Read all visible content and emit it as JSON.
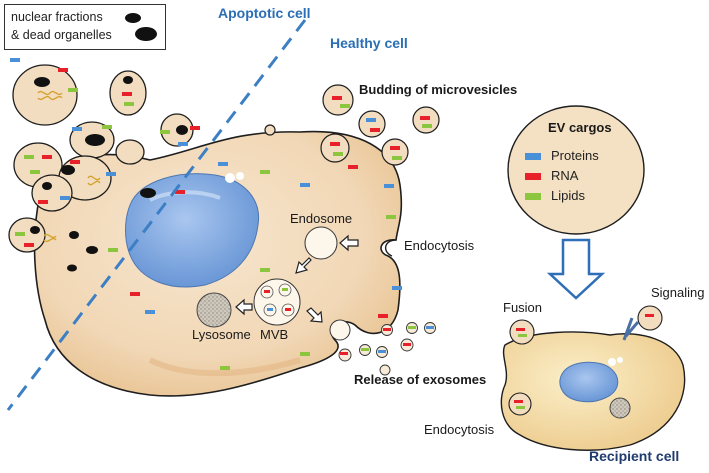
{
  "legend": {
    "line1": "nuclear fractions",
    "line2": "& dead organelles"
  },
  "regions": {
    "apoptotic": "Apoptotic cell",
    "healthy": "Healthy cell",
    "recipient": "Recipient cell"
  },
  "processes": {
    "budding": "Budding of microvesicles",
    "release": "Release of exosomes",
    "endocytosis_main": "Endocytosis",
    "endocytosis_recipient": "Endocytosis",
    "fusion": "Fusion",
    "signaling": "Signaling"
  },
  "organelles": {
    "endosome": "Endosome",
    "mvb": "MVB",
    "lysosome": "Lysosome"
  },
  "ev_cargos": {
    "title": "EV cargos",
    "items": [
      {
        "label": "Proteins",
        "color": "#4a90d9"
      },
      {
        "label": "RNA",
        "color": "#e8202a"
      },
      {
        "label": "Lipids",
        "color": "#8cc63f"
      }
    ]
  },
  "colors": {
    "cell_fill": "#f2d9b8",
    "cell_edge": "#222222",
    "nucleus": "#7ba4dc",
    "divider": "#3d7fc4",
    "arrow": "#2f6fb8"
  }
}
